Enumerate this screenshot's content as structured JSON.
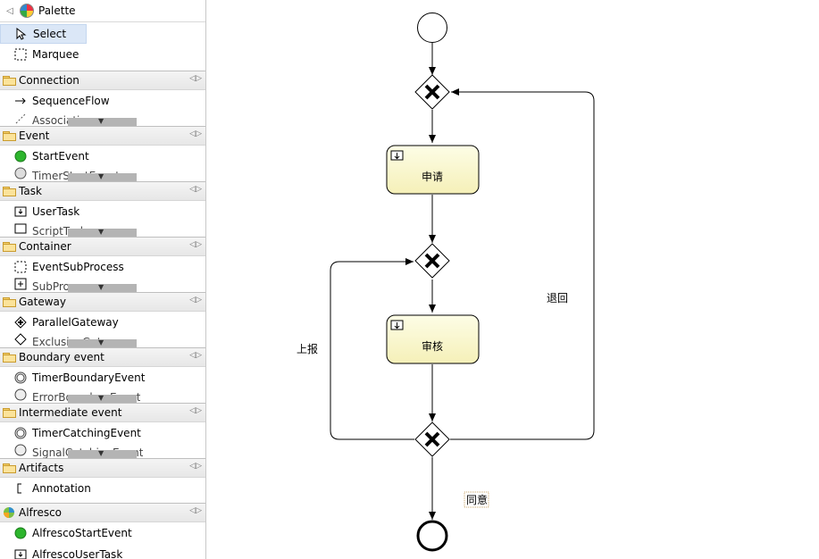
{
  "palette": {
    "title": "Palette",
    "tools": [
      {
        "label": "Select",
        "icon": "cursor-arrow-icon",
        "selected": true
      },
      {
        "label": "Marquee",
        "icon": "marquee-icon",
        "selected": false
      }
    ],
    "drawers": [
      {
        "title": "Connection",
        "items": [
          "SequenceFlow",
          "Association"
        ],
        "icons": [
          "arrow-right-icon",
          "association-icon"
        ]
      },
      {
        "title": "Event",
        "items": [
          "StartEvent",
          "TimerStartEvent"
        ],
        "icons": [
          "start-event-icon",
          "timer-start-event-icon"
        ]
      },
      {
        "title": "Task",
        "items": [
          "UserTask",
          "ScriptTask"
        ],
        "icons": [
          "user-task-icon",
          "script-task-icon"
        ]
      },
      {
        "title": "Container",
        "items": [
          "EventSubProcess",
          "SubProcess"
        ],
        "icons": [
          "event-subprocess-icon",
          "subprocess-icon"
        ]
      },
      {
        "title": "Gateway",
        "items": [
          "ParallelGateway",
          "ExclusiveGateway"
        ],
        "icons": [
          "parallel-gateway-icon",
          "exclusive-gateway-icon"
        ]
      },
      {
        "title": "Boundary event",
        "items": [
          "TimerBoundaryEvent",
          "ErrorBoundaryEvent"
        ],
        "icons": [
          "timer-boundary-icon",
          "error-boundary-icon"
        ]
      },
      {
        "title": "Intermediate event",
        "items": [
          "TimerCatchingEvent",
          "SignalCatchingEvent"
        ],
        "icons": [
          "timer-catching-icon",
          "signal-catching-icon"
        ]
      },
      {
        "title": "Artifacts",
        "items": [
          "Annotation"
        ],
        "icons": [
          "annotation-icon"
        ]
      },
      {
        "title": "Alfresco",
        "items": [
          "AlfrescoStartEvent",
          "AlfrescoUserTask"
        ],
        "icons": [
          "alfresco-start-event-icon",
          "alfresco-user-task-icon"
        ]
      }
    ]
  },
  "diagram": {
    "task_apply": "申请",
    "task_review": "审核",
    "flow_report": "上报",
    "flow_return": "退回",
    "flow_agree": "同意"
  },
  "colors": {
    "task_fill_top": "#fdfde6",
    "task_fill_bottom": "#f5f0b8",
    "task_border": "#000000",
    "selection": "#dbe7f7",
    "start_event_green": "#2db52d"
  }
}
